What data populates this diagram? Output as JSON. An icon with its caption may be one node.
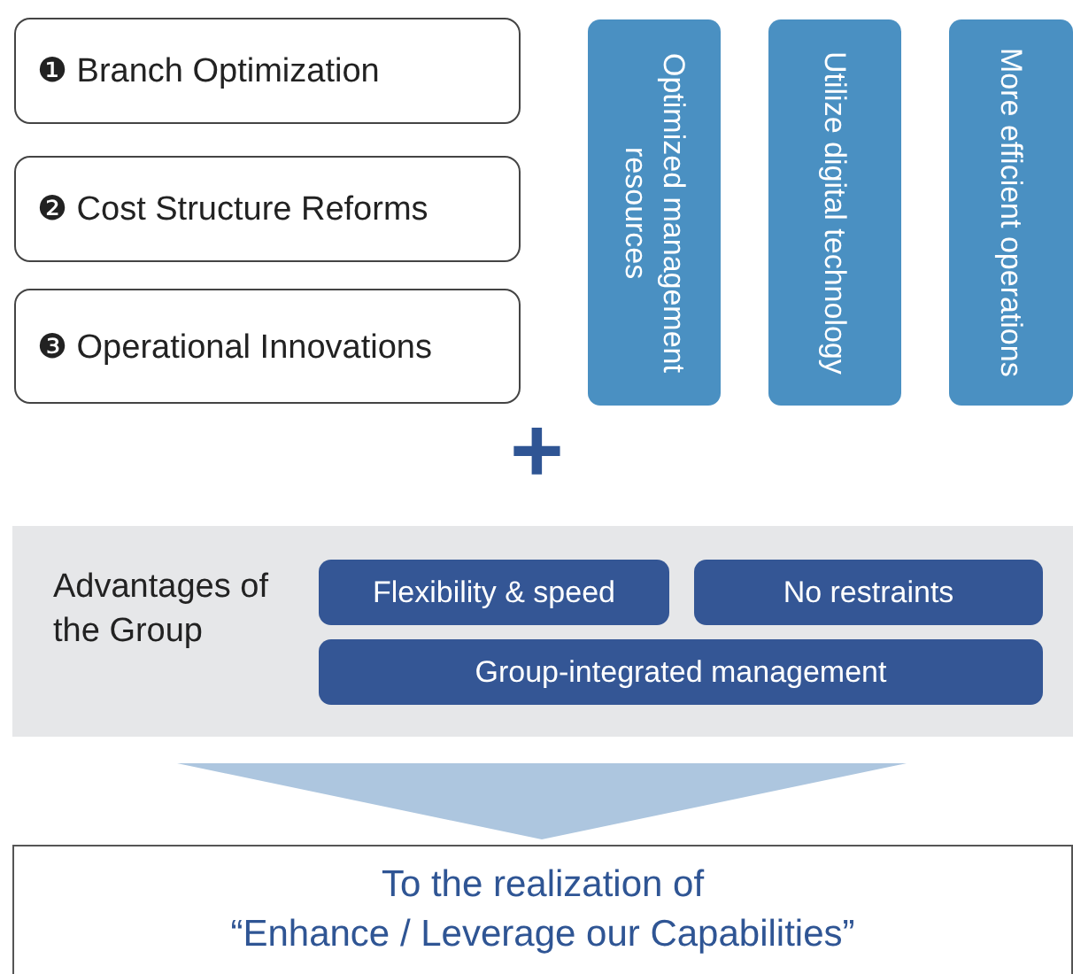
{
  "diagram": {
    "nodes": [
      {
        "text": [
          "❶ Branch Optimization"
        ]
      },
      {
        "text": [
          "❷ Cost Structure Reforms"
        ]
      },
      {
        "text": [
          "❸ Operational Innovations"
        ]
      },
      {
        "text": [
          "Optimized management resources"
        ]
      },
      {
        "text": [
          "Utilize digital technology"
        ]
      },
      {
        "text": [
          "More efficient operations"
        ]
      },
      {
        "text": [
          "Advantages of the Group"
        ]
      },
      {
        "text": [
          "Flexibility & speed"
        ],
        "in": 6
      },
      {
        "text": [
          "No restraints"
        ],
        "in": 6
      },
      {
        "text": [
          "Group-integrated management"
        ],
        "in": 6
      },
      {
        "text": [
          "To the realization of",
          "“Enhance / Leverage our Capabilities”"
        ]
      }
    ],
    "edges": [
      {
        "from": 6,
        "to": 10,
        "arrow": "to"
      }
    ],
    "labels": [
      "+"
    ]
  }
}
